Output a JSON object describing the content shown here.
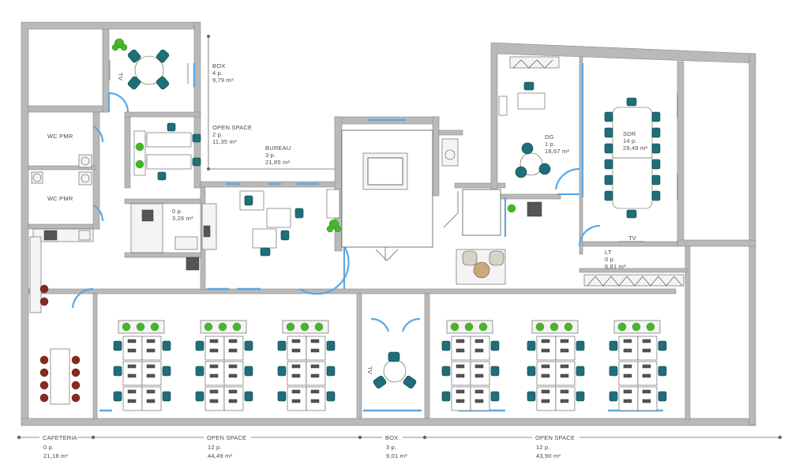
{
  "rooms": {
    "box_top": {
      "name": "BOX",
      "capacity": "4 p.",
      "area": "9,79 m²"
    },
    "open_space_top": {
      "name": "OPEN SPACE",
      "capacity": "2 p.",
      "area": "11,35 m²"
    },
    "bureau": {
      "name": "BUREAU",
      "capacity": "3 p.",
      "area": "21,85 m²"
    },
    "small_room": {
      "capacity": "0 p.",
      "area": "3,26 m²"
    },
    "wc1": {
      "name": "WC PMR"
    },
    "wc2": {
      "name": "WC PMR"
    },
    "dg": {
      "name": "DG",
      "capacity": "1 p.",
      "area": "18,67 m²"
    },
    "sdr": {
      "name": "SDR",
      "capacity": "14 p.",
      "area": "29,49 m²"
    },
    "lt": {
      "name": "LT",
      "capacity": "0 p.",
      "area": "6,81 m²"
    }
  },
  "tv_labels": {
    "box_top": "TV",
    "box_bottom": "TV",
    "sdr": "TV"
  },
  "bottom_legend": [
    {
      "name": "CAFETERIA",
      "capacity": "0 p.",
      "area": "21,18 m²"
    },
    {
      "name": "OPEN SPACE",
      "capacity": "12 p.",
      "area": "44,49 m²"
    },
    {
      "name": "BOX",
      "capacity": "3 p.",
      "area": "9,01 m²"
    },
    {
      "name": "OPEN SPACE",
      "capacity": "12 p.",
      "area": "43,90 m²"
    }
  ],
  "colors": {
    "wall": "#b9b9b9",
    "door": "#5aa8e6",
    "chair": "#1f6f78",
    "plant": "#45b829",
    "cafeteria_chair": "#8a2a1f"
  }
}
